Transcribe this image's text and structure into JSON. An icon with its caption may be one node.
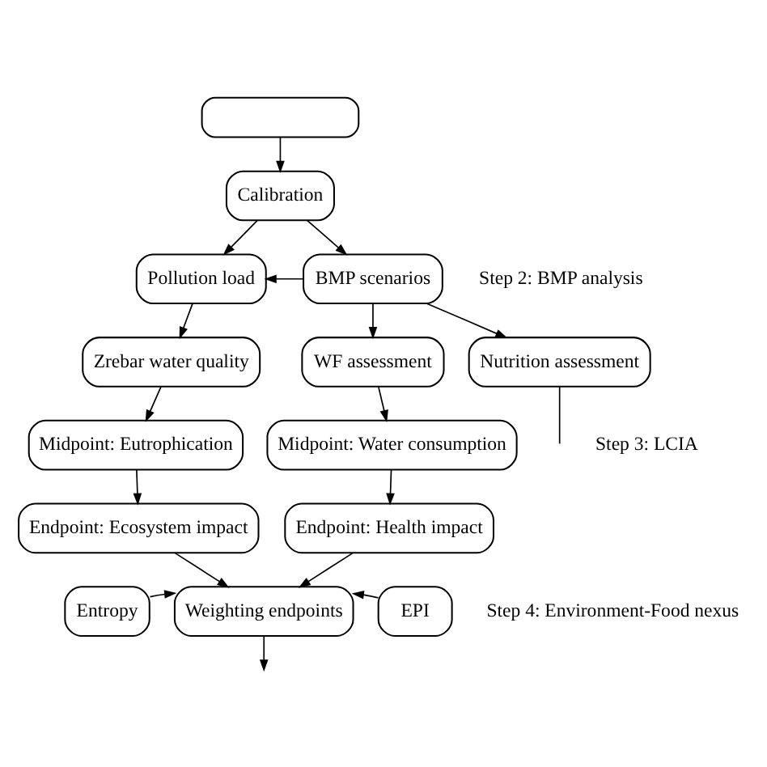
{
  "diagram": {
    "nodes": [
      {
        "text": [],
        "shape": "box"
      },
      {
        "text": [
          "Calibration"
        ]
      },
      {
        "text": [
          "Pollution load"
        ]
      },
      {
        "text": [
          "BMP scenarios"
        ]
      },
      {
        "text": [
          "Zrebar water quality"
        ]
      },
      {
        "text": [
          "WF assessment"
        ]
      },
      {
        "text": [
          "Nutrition assessment"
        ]
      },
      {
        "text": [
          "Midpoint: Eutrophication"
        ]
      },
      {
        "text": [
          "Midpoint: Water consumption"
        ]
      },
      {
        "text": [
          "Endpoint: Ecosystem impact"
        ]
      },
      {
        "text": [
          "Endpoint: Health impact"
        ]
      },
      {
        "text": [
          "Entropy"
        ]
      },
      {
        "text": [
          "Weighting endpoints"
        ]
      },
      {
        "text": [
          "EPI"
        ]
      }
    ],
    "edges": [
      {
        "from": 0,
        "to": 1,
        "arrow": "to"
      },
      {
        "from": 1,
        "to": 2,
        "arrow": "to"
      },
      {
        "from": 1,
        "to": 3,
        "arrow": "to"
      },
      {
        "from": 3,
        "to": 2,
        "arrow": "to"
      },
      {
        "from": 3,
        "to": 6,
        "arrow": "to"
      },
      {
        "from": 2,
        "to": 4,
        "arrow": "to"
      },
      {
        "from": 3,
        "to": 5,
        "arrow": "to"
      },
      {
        "from": 4,
        "to": 7,
        "arrow": "to"
      },
      {
        "from": 5,
        "to": 8,
        "arrow": "to"
      },
      {
        "from": 7,
        "to": 9,
        "arrow": "to"
      },
      {
        "from": 8,
        "to": 10,
        "arrow": "to"
      },
      {
        "from": 9,
        "to": 12,
        "arrow": "to"
      },
      {
        "from": 11,
        "to": 12,
        "arrow": "to"
      },
      {
        "from": 10,
        "to": 12,
        "arrow": "to"
      },
      {
        "from": 13,
        "to": 12,
        "arrow": "to"
      },
      {
        "from": 12,
        "to": null,
        "arrow": "to"
      },
      {
        "from": 6,
        "to": null,
        "arrow": "none"
      }
    ],
    "labels": [
      "Step 2: BMP analysis",
      "Step 3: LCIA",
      "Step 4: Environment-Food nexus"
    ]
  }
}
